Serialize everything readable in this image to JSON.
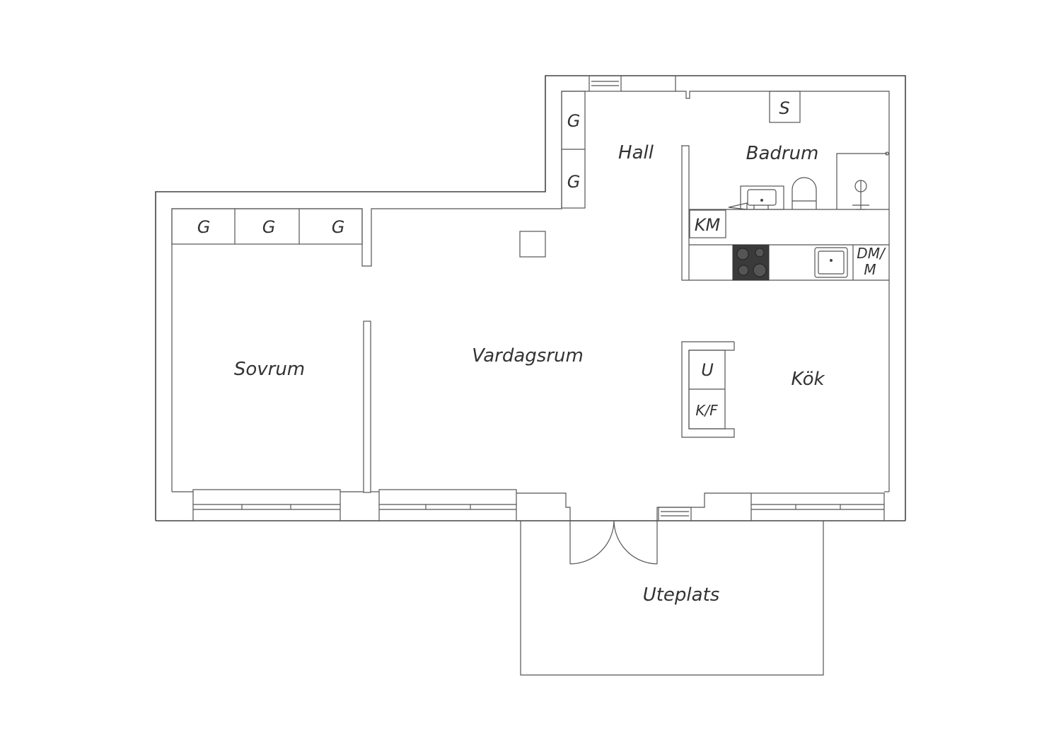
{
  "rooms": {
    "hall": "Hall",
    "badrum": "Badrum",
    "sovrum": "Sovrum",
    "vardagsrum": "Vardagsrum",
    "kok": "Kök",
    "uteplats": "Uteplats"
  },
  "fixtures": {
    "wardrobe": "G",
    "washer": "S",
    "washer_km": "KM",
    "dm_line1": "DM/",
    "dm_line2": "M",
    "oven": "U",
    "fridge": "K/F"
  },
  "colors": {
    "wall": "#444444",
    "hob": "#3a3a3a"
  },
  "icons": [
    "door-swing-icon",
    "toilet-icon",
    "sink-icon",
    "shower-icon",
    "hob-icon"
  ]
}
